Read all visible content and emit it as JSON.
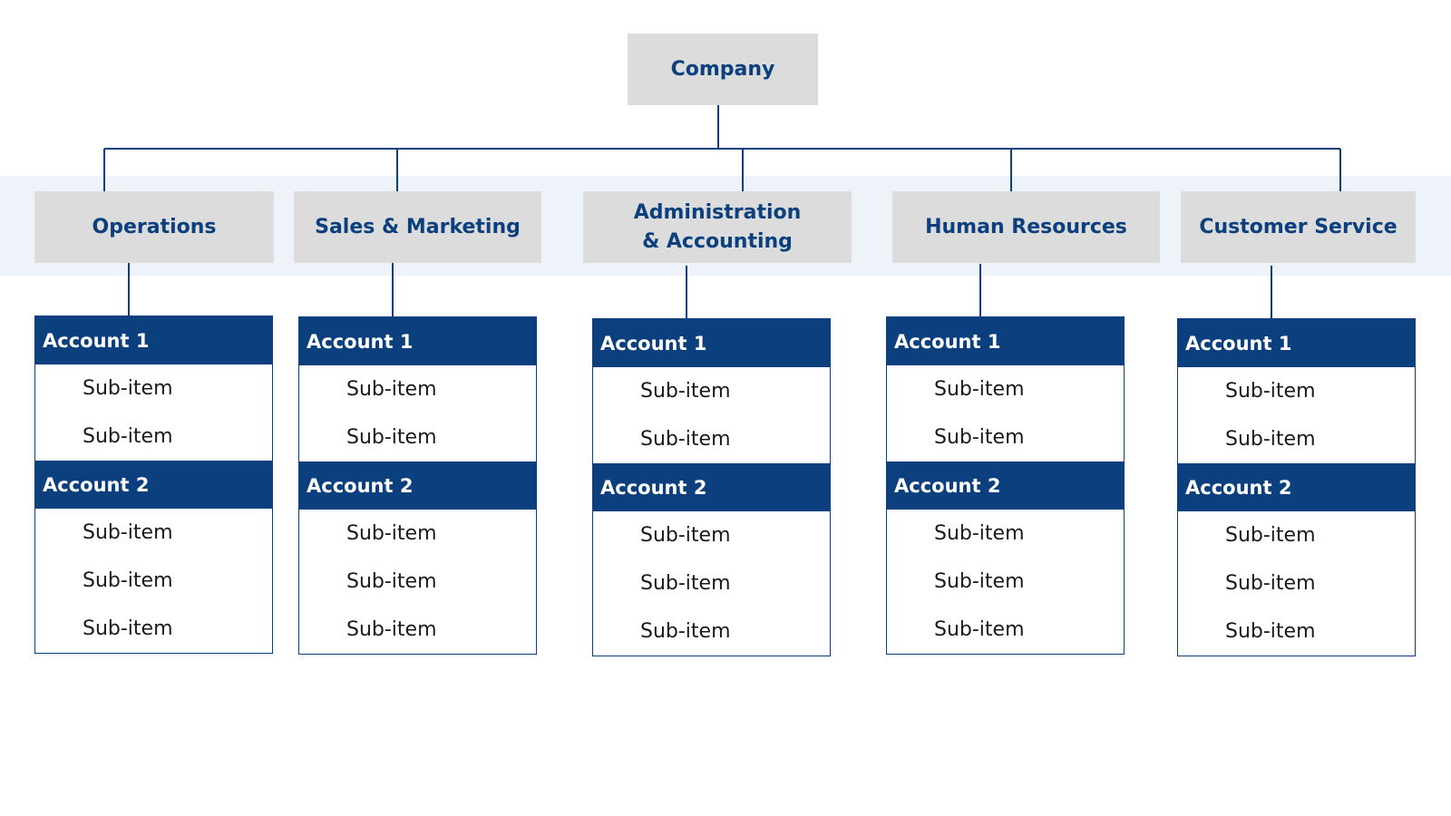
{
  "colors": {
    "accent": "#0b3f7e",
    "box_gray": "#dcdcdc",
    "band": "#eef3f9"
  },
  "company": {
    "title": "Company"
  },
  "departments": [
    {
      "title": "Operations",
      "accounts": [
        {
          "label": "Account 1",
          "items": [
            "Sub-item",
            "Sub-item"
          ]
        },
        {
          "label": "Account 2",
          "items": [
            "Sub-item",
            "Sub-item",
            "Sub-item"
          ]
        }
      ]
    },
    {
      "title": "Sales & Marketing",
      "accounts": [
        {
          "label": "Account 1",
          "items": [
            "Sub-item",
            "Sub-item"
          ]
        },
        {
          "label": "Account 2",
          "items": [
            "Sub-item",
            "Sub-item",
            "Sub-item"
          ]
        }
      ]
    },
    {
      "title": "Administration & Accounting",
      "accounts": [
        {
          "label": "Account 1",
          "items": [
            "Sub-item",
            "Sub-item"
          ]
        },
        {
          "label": "Account 2",
          "items": [
            "Sub-item",
            "Sub-item",
            "Sub-item"
          ]
        }
      ]
    },
    {
      "title": "Human Resources",
      "accounts": [
        {
          "label": "Account 1",
          "items": [
            "Sub-item",
            "Sub-item"
          ]
        },
        {
          "label": "Account 2",
          "items": [
            "Sub-item",
            "Sub-item",
            "Sub-item"
          ]
        }
      ]
    },
    {
      "title": "Customer Service",
      "accounts": [
        {
          "label": "Account 1",
          "items": [
            "Sub-item",
            "Sub-item"
          ]
        },
        {
          "label": "Account 2",
          "items": [
            "Sub-item",
            "Sub-item",
            "Sub-item"
          ]
        }
      ]
    }
  ]
}
